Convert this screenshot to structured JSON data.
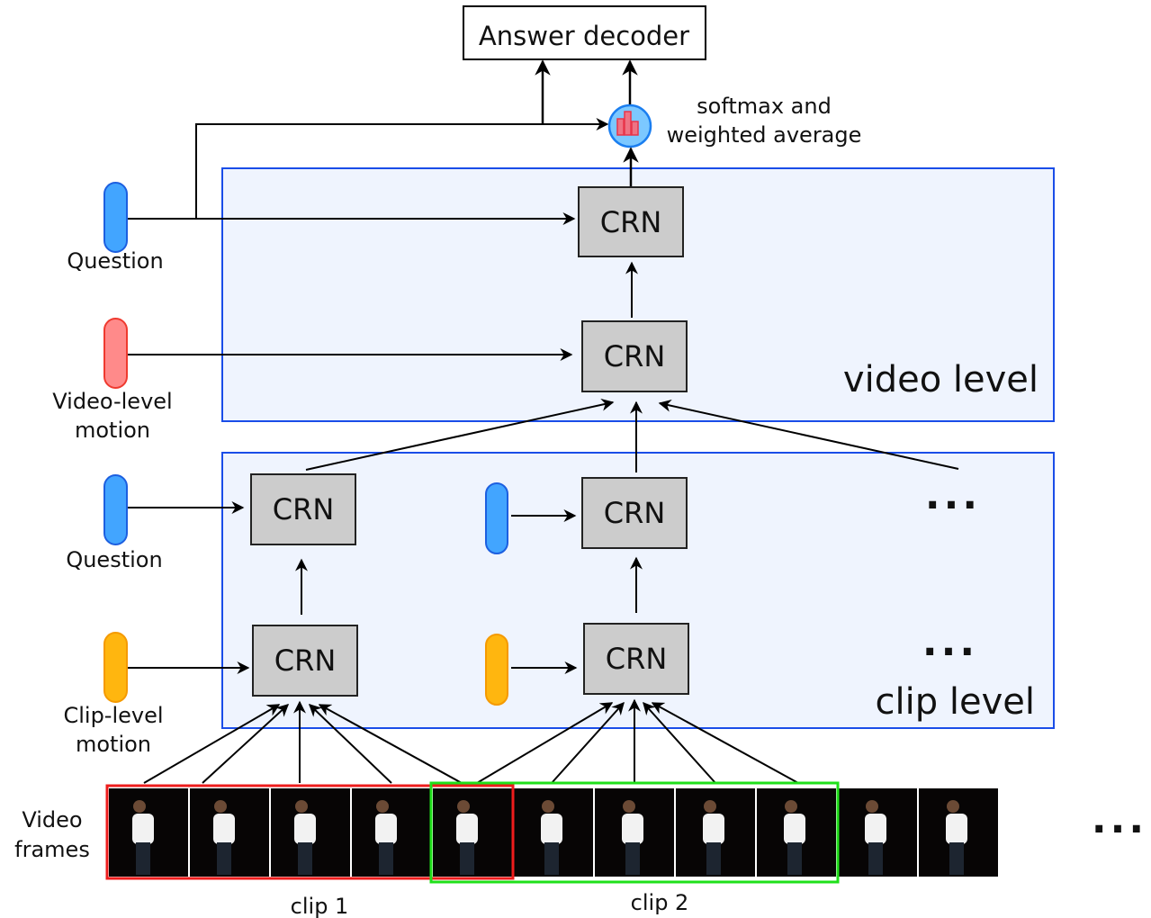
{
  "diagram": {
    "answer_decoder": "Answer decoder",
    "softmax_label_line1": "softmax and",
    "softmax_label_line2": "weighted average",
    "video_level_title": "video level",
    "clip_level_title": "clip level",
    "crn_label": "CRN",
    "inputs": {
      "question_top": "Question",
      "video_motion_line1": "Video-level",
      "video_motion_line2": "motion",
      "question_clip": "Question",
      "clip_motion_line1": "Clip-level",
      "clip_motion_line2": "motion"
    },
    "frames_label_line1": "Video",
    "frames_label_line2": "frames",
    "clip1_label": "clip 1",
    "clip2_label": "clip 2",
    "ellipsis": "...",
    "frame_count": 11,
    "colors": {
      "question": "#42a5ff",
      "question_border": "#1c5fe0",
      "video_motion": "#ff8a8a",
      "video_motion_border": "#ef3a2f",
      "clip_motion": "#ffb60f",
      "clip_motion_border": "#f59a00",
      "level_box_fill": "#eff4fe",
      "level_box_border": "#1a4de8",
      "crn_fill": "#cccccc",
      "clip1_border": "#ee1c1c",
      "clip2_border": "#1fe01a",
      "softmax_fill": "#7cc8ff",
      "softmax_border": "#1a7ef0",
      "softmax_bars": "#e8344a"
    }
  }
}
